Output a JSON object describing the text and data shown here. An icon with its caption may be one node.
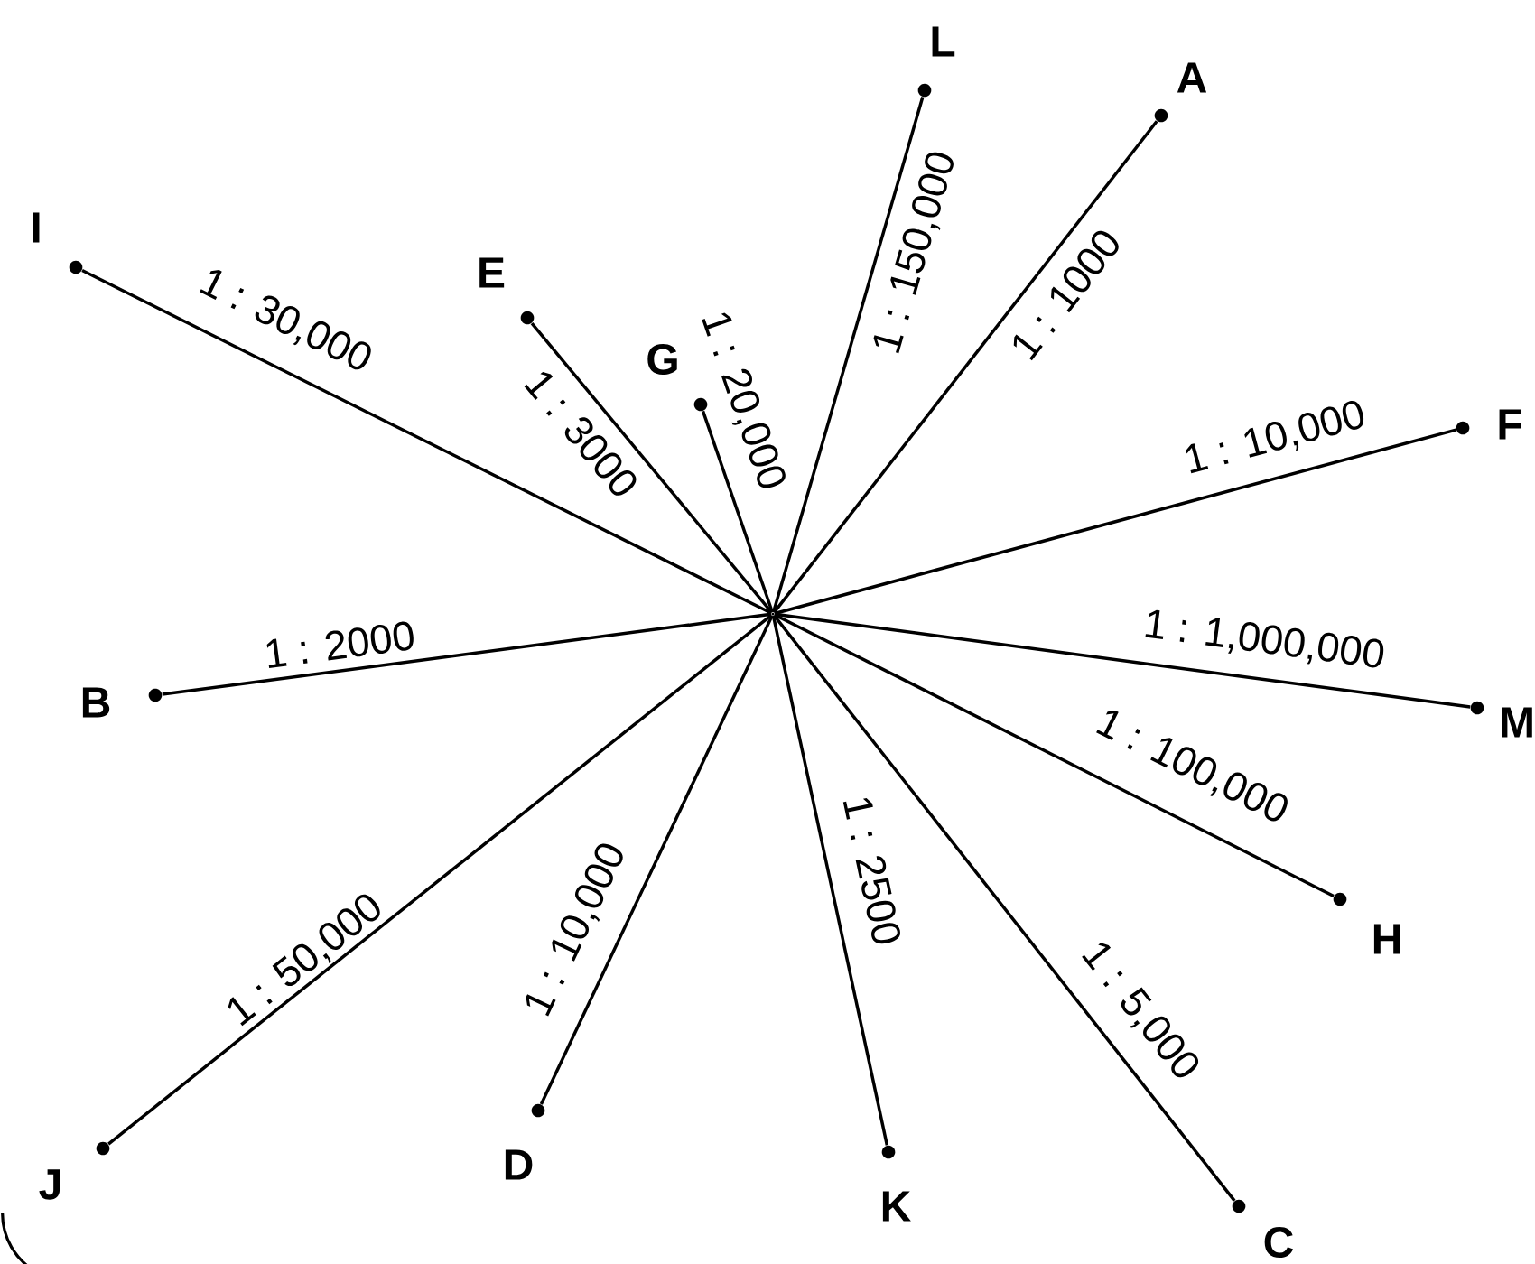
{
  "diagram": {
    "nodes": [
      {
        "text": [],
        "shape": "point"
      },
      {
        "text": [],
        "shape": "circle",
        "beside": [
          "I"
        ]
      },
      {
        "text": [],
        "shape": "circle",
        "beside": [
          "E"
        ]
      },
      {
        "text": [],
        "shape": "circle",
        "beside": [
          "G"
        ]
      },
      {
        "text": [],
        "shape": "circle",
        "beside": [
          "L"
        ]
      },
      {
        "text": [],
        "shape": "circle",
        "beside": [
          "A"
        ]
      },
      {
        "text": [],
        "shape": "circle",
        "beside": [
          "F"
        ]
      },
      {
        "text": [],
        "shape": "circle",
        "beside": [
          "B"
        ]
      },
      {
        "text": [],
        "shape": "circle",
        "beside": [
          "M"
        ]
      },
      {
        "text": [],
        "shape": "circle",
        "beside": [
          "H"
        ]
      },
      {
        "text": [],
        "shape": "circle",
        "beside": [
          "J"
        ]
      },
      {
        "text": [],
        "shape": "circle",
        "beside": [
          "D"
        ]
      },
      {
        "text": [],
        "shape": "circle",
        "beside": [
          "K"
        ]
      },
      {
        "text": [],
        "shape": "circle",
        "beside": [
          "C"
        ]
      }
    ],
    "edges": [
      {
        "from": 0,
        "to": 1,
        "arrow": "none",
        "label": "1 : 30,000"
      },
      {
        "from": 0,
        "to": 2,
        "arrow": "none",
        "label": "1 : 3000"
      },
      {
        "from": 0,
        "to": 3,
        "arrow": "none",
        "label": "1 : 20,000"
      },
      {
        "from": 0,
        "to": 4,
        "arrow": "none",
        "label": "1 : 150,000"
      },
      {
        "from": 0,
        "to": 5,
        "arrow": "none",
        "label": "1 : 1000"
      },
      {
        "from": 0,
        "to": 6,
        "arrow": "none",
        "label": "1 : 10,000"
      },
      {
        "from": 0,
        "to": 7,
        "arrow": "none",
        "label": "1 : 2000"
      },
      {
        "from": 0,
        "to": 8,
        "arrow": "none",
        "label": "1 : 1,000,000"
      },
      {
        "from": 0,
        "to": 9,
        "arrow": "none",
        "label": "1 : 100,000"
      },
      {
        "from": 0,
        "to": 10,
        "arrow": "none",
        "label": "1 : 50,000"
      },
      {
        "from": 0,
        "to": 11,
        "arrow": "none",
        "label": "1 : 10,000"
      },
      {
        "from": 0,
        "to": 12,
        "arrow": "none",
        "label": "1 : 2500"
      },
      {
        "from": 0,
        "to": 13,
        "arrow": "none",
        "label": "1 : 5,000"
      }
    ]
  }
}
